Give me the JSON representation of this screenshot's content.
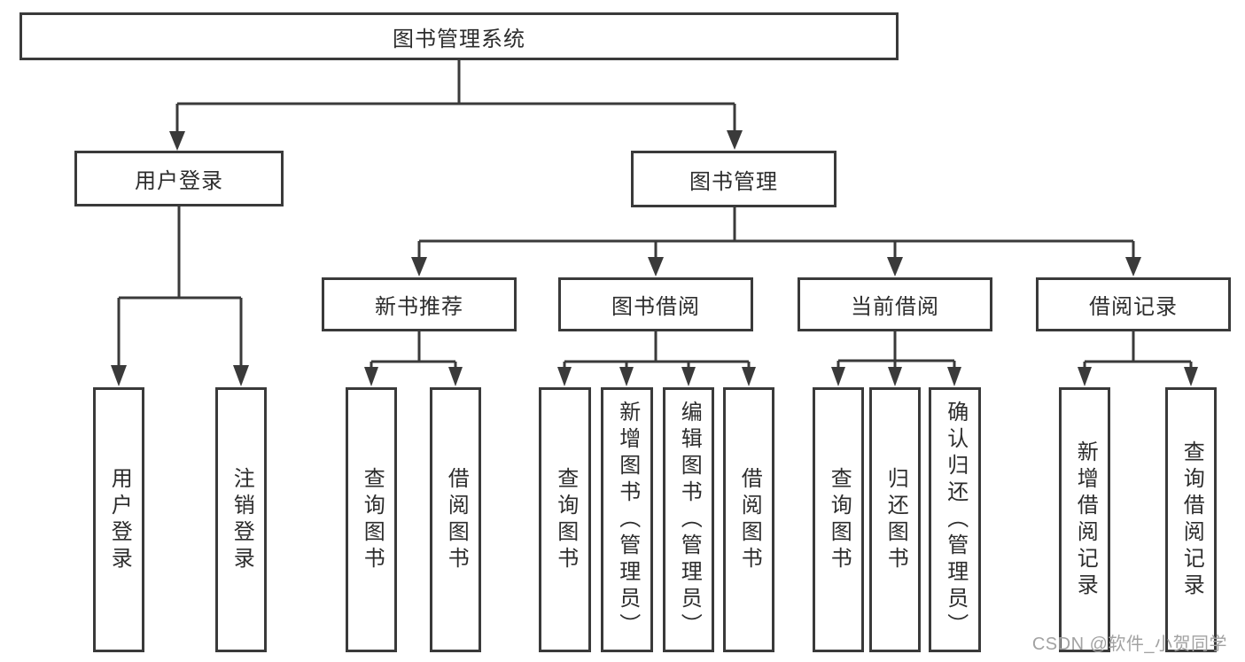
{
  "colors": {
    "line": "#3a3a3a",
    "box_border": "#3a3a3a",
    "box_background": "#ffffff",
    "text": "#2d2d2d",
    "watermark": "#a2a2a2"
  },
  "watermark": {
    "text": "CSDN @软件_小贺同学"
  },
  "diagram": {
    "root": {
      "label": "图书管理系统"
    },
    "level1": [
      {
        "label": "用户登录"
      },
      {
        "label": "图书管理"
      }
    ],
    "level2": [
      {
        "label": "新书推荐"
      },
      {
        "label": "图书借阅"
      },
      {
        "label": "当前借阅"
      },
      {
        "label": "借阅记录"
      }
    ],
    "leaves": {
      "user": [
        {
          "label": "用户登录"
        },
        {
          "label": "注销登录"
        }
      ],
      "recommend": [
        {
          "label": "查询图书"
        },
        {
          "label": "借阅图书"
        }
      ],
      "borrow": [
        {
          "label": "查询图书"
        },
        {
          "label": "新增图书（管理员）"
        },
        {
          "label": "编辑图书（管理员）"
        },
        {
          "label": "借阅图书"
        }
      ],
      "current": [
        {
          "label": "查询图书"
        },
        {
          "label": "归还图书"
        },
        {
          "label": "确认归还（管理员）"
        }
      ],
      "records": [
        {
          "label": "新增借阅记录"
        },
        {
          "label": "查询借阅记录"
        }
      ]
    }
  }
}
